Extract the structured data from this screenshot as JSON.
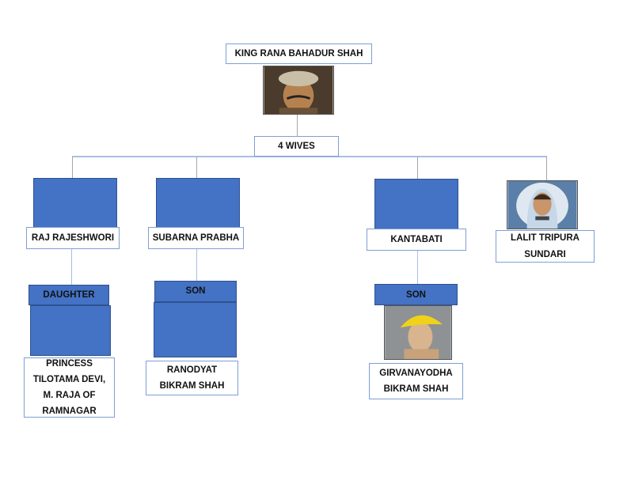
{
  "root": {
    "name": "KING RANA BAHADUR SHAH"
  },
  "wives_label": "4 WIVES",
  "wives": [
    {
      "name": "RAJ RAJESHWORI",
      "child": {
        "relation": "DAUGHTER",
        "name": "PRINCESS TILOTAMA DEVI, M. RAJA OF RAMNAGAR"
      }
    },
    {
      "name": "SUBARNA PRABHA",
      "child": {
        "relation": "SON",
        "name": "RANODYAT BIKRAM SHAH"
      }
    },
    {
      "name": "KANTABATI",
      "child": {
        "relation": "SON",
        "name": "GIRVANAYODHA BIKRAM SHAH"
      }
    },
    {
      "name": "LALIT TRIPURA SUNDARI"
    }
  ],
  "colors": {
    "box_fill": "#4472C4",
    "box_border": "#2F528F",
    "outline": "#7F9FD3"
  }
}
